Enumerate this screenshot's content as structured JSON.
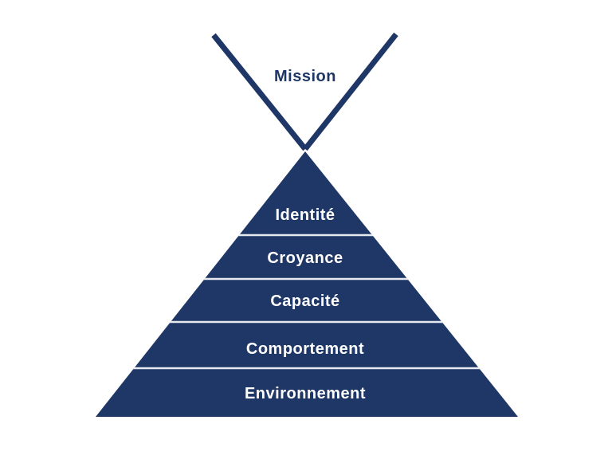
{
  "diagram": {
    "type": "pyramid",
    "apex_label": "Mission",
    "levels": [
      "Identité",
      "Croyance",
      "Capacité",
      "Comportement",
      "Environnement"
    ],
    "colors": {
      "navy": "#1f3766",
      "divider": "#e6e9f0",
      "level_text": "#ffffff",
      "background": "#ffffff"
    }
  }
}
